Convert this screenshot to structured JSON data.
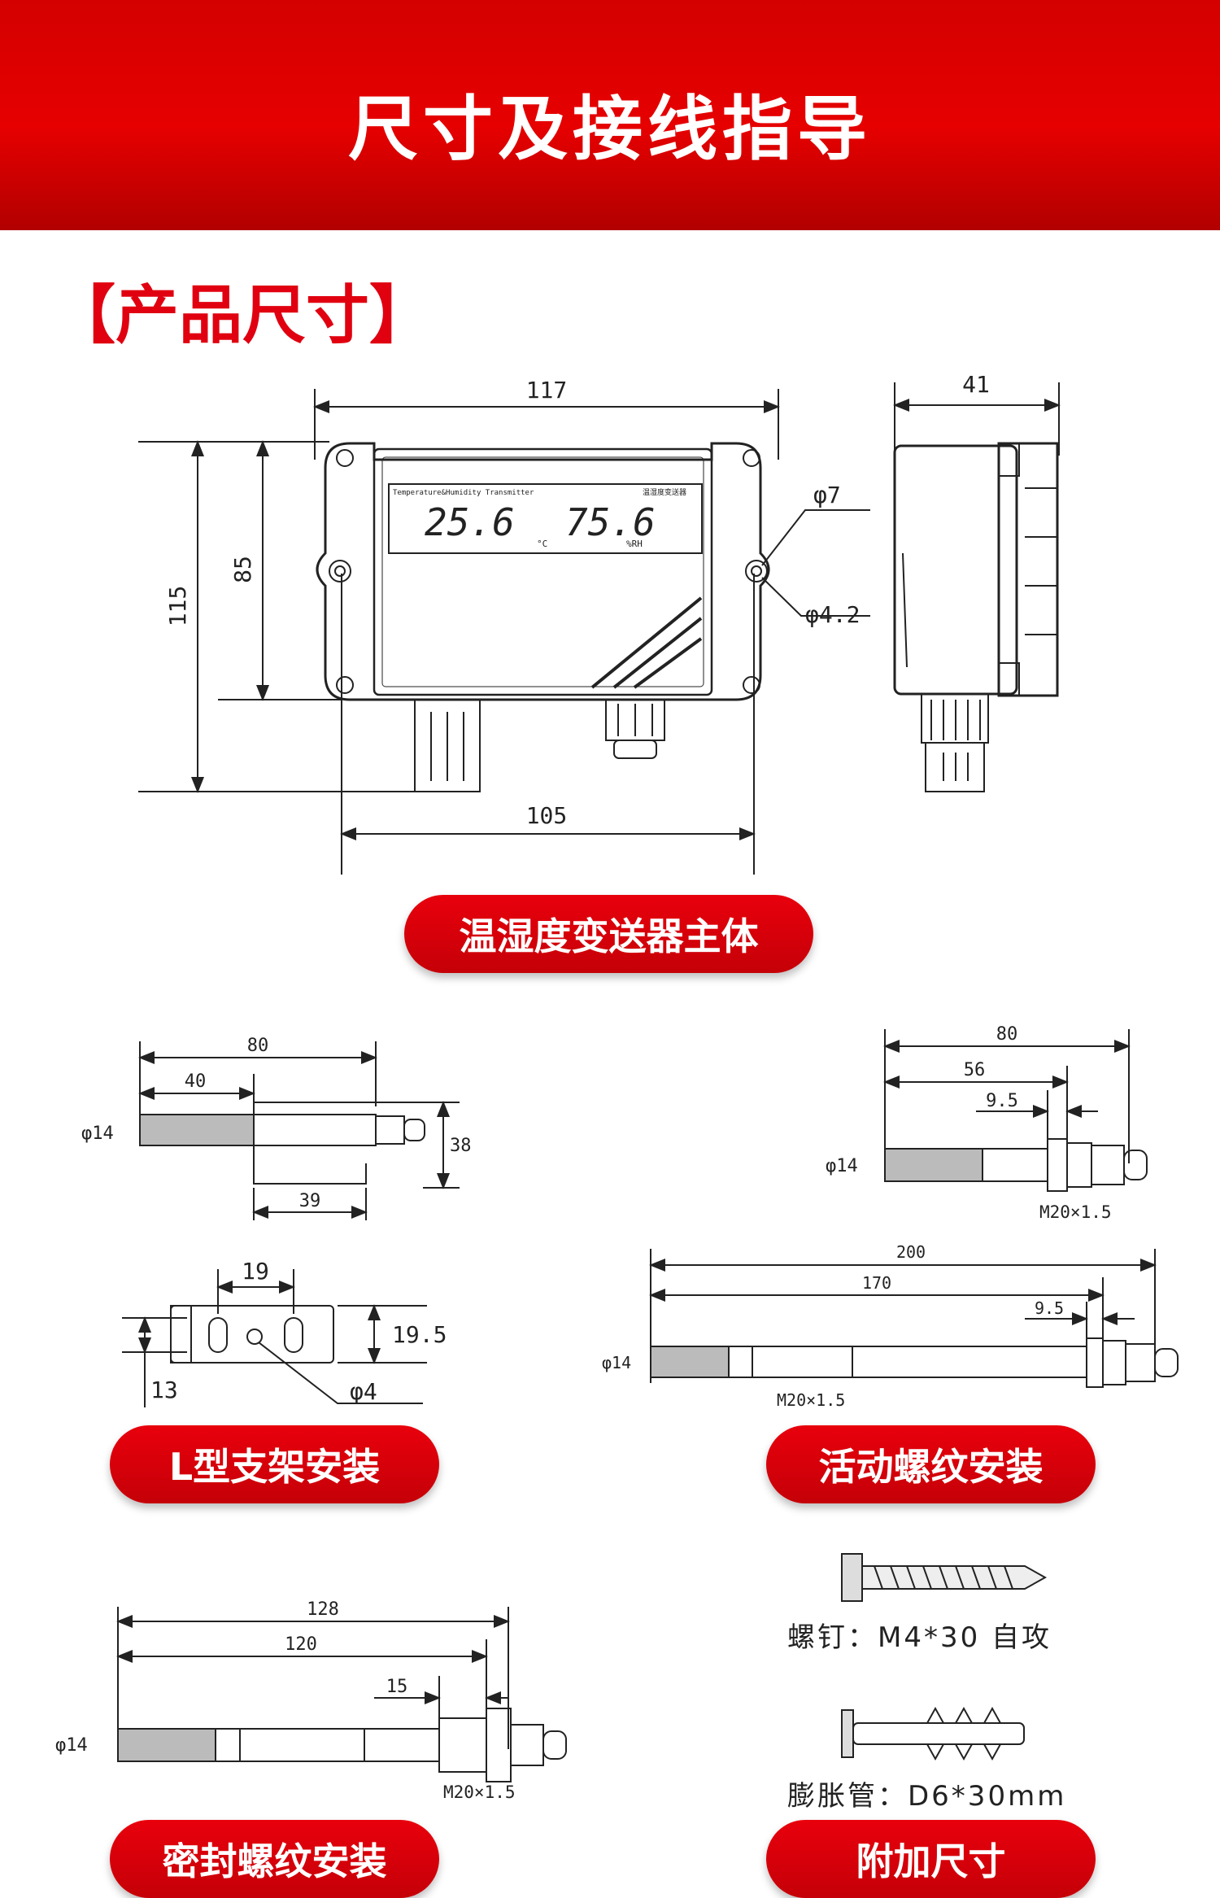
{
  "banner": {
    "title": "尺寸及接线指导"
  },
  "section": {
    "title": "【产品尺寸】"
  },
  "main": {
    "caption": "温湿度变送器主体",
    "dims": {
      "width": "117",
      "depth": "41",
      "height": "115",
      "inner_height": "85",
      "hole_spacing": "105",
      "phi7": "φ7",
      "phi42": "φ4.2"
    },
    "display": {
      "header_left": "Temperature&Humidity Transmitter",
      "header_right": "温湿度变送器",
      "temp": "25.6",
      "hum": "75.6",
      "temp_unit": "°C",
      "hum_unit": "%RH"
    }
  },
  "lbracket": {
    "caption": "L型支架安装",
    "dims": {
      "d80": "80",
      "d40": "40",
      "phi14": "φ14",
      "d38": "38",
      "d39": "39",
      "d19": "19",
      "d195": "19.5",
      "d13": "13",
      "phi4": "φ4"
    }
  },
  "movable": {
    "caption": "活动螺纹安装",
    "dims": {
      "d80": "80",
      "d56": "56",
      "d95": "9.5",
      "phi14": "φ14",
      "thread": "M20×1.5",
      "d200": "200",
      "d170": "170",
      "d95b": "9.5",
      "phi14b": "φ14",
      "thread_b": "M20×1.5"
    }
  },
  "sealed": {
    "caption": "密封螺纹安装",
    "dims": {
      "d128": "128",
      "d120": "120",
      "d15": "15",
      "phi14": "φ14",
      "thread": "M20×1.5"
    }
  },
  "accessories": {
    "caption": "附加尺寸",
    "screw": "螺钉：M4*30 自攻",
    "anchor": "膨胀管：D6*30mm"
  },
  "colors": {
    "red": "#e00010",
    "dark": "#222222"
  }
}
